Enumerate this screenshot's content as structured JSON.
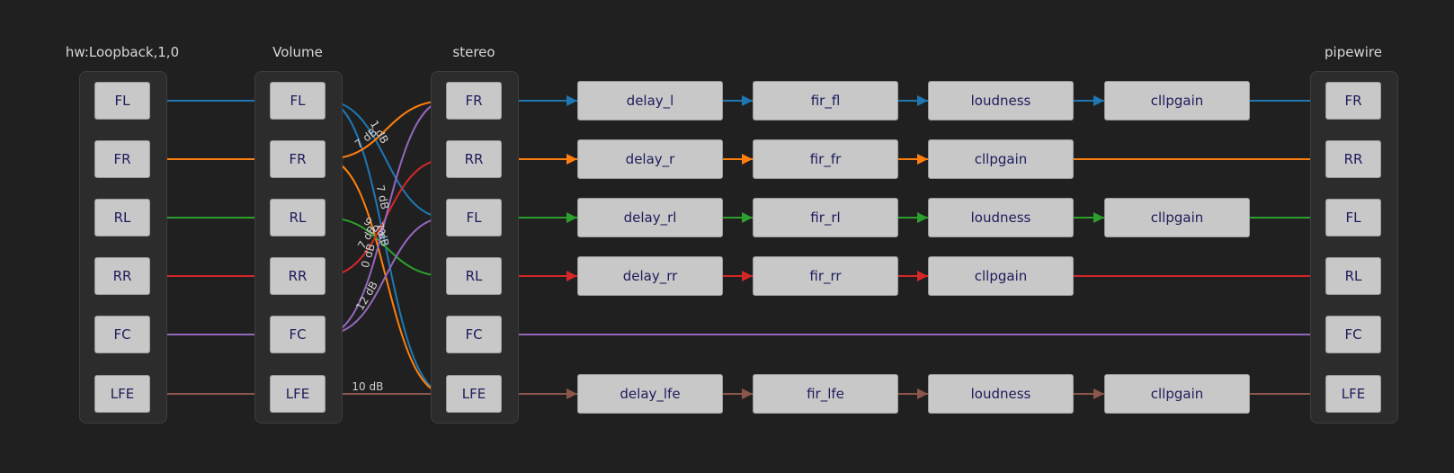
{
  "groups": {
    "input": {
      "title": "hw:Loopback,1,0",
      "channels": [
        "FL",
        "FR",
        "RL",
        "RR",
        "FC",
        "LFE"
      ]
    },
    "volume": {
      "title": "Volume",
      "channels": [
        "FL",
        "FR",
        "RL",
        "RR",
        "FC",
        "LFE"
      ]
    },
    "stereo": {
      "title": "stereo",
      "channels": [
        "FR",
        "RR",
        "FL",
        "RL",
        "FC",
        "LFE"
      ]
    },
    "output": {
      "title": "pipewire",
      "channels": [
        "FR",
        "RR",
        "FL",
        "RL",
        "FC",
        "LFE"
      ]
    }
  },
  "chains": [
    {
      "channel": "FR",
      "filters": [
        "delay_l",
        "fir_fl",
        "loudness",
        "cllpgain"
      ]
    },
    {
      "channel": "RR",
      "filters": [
        "delay_r",
        "fir_fr",
        "cllpgain"
      ]
    },
    {
      "channel": "FL",
      "filters": [
        "delay_rl",
        "fir_rl",
        "loudness",
        "cllpgain"
      ]
    },
    {
      "channel": "RL",
      "filters": [
        "delay_rr",
        "fir_rr",
        "cllpgain"
      ]
    },
    {
      "channel": "FC",
      "filters": []
    },
    {
      "channel": "LFE",
      "filters": [
        "delay_lfe",
        "fir_lfe",
        "loudness",
        "cllpgain"
      ]
    }
  ],
  "mixer_links": [
    {
      "from": "FL",
      "to": "FL",
      "gain": "1 dB"
    },
    {
      "from": "FL",
      "to": "LFE",
      "gain": "7 dB"
    },
    {
      "from": "FR",
      "to": "FR",
      "gain": "7 dB"
    },
    {
      "from": "FR",
      "to": "LFE",
      "gain": "7 dB"
    },
    {
      "from": "RL",
      "to": "RL",
      "gain": "9 dB"
    },
    {
      "from": "RR",
      "to": "RR",
      "gain": "7 dB"
    },
    {
      "from": "FC",
      "to": "FR",
      "gain": "0 dB"
    },
    {
      "from": "FC",
      "to": "FL",
      "gain": "12 dB"
    },
    {
      "from": "LFE",
      "to": "LFE",
      "gain": "10 dB"
    }
  ],
  "colors": {
    "FL": "#1f77b4",
    "FR": "#ff7f0e",
    "RL": "#2ca02c",
    "RR": "#d62728",
    "FC": "#9467bd",
    "LFE": "#8c564b"
  }
}
